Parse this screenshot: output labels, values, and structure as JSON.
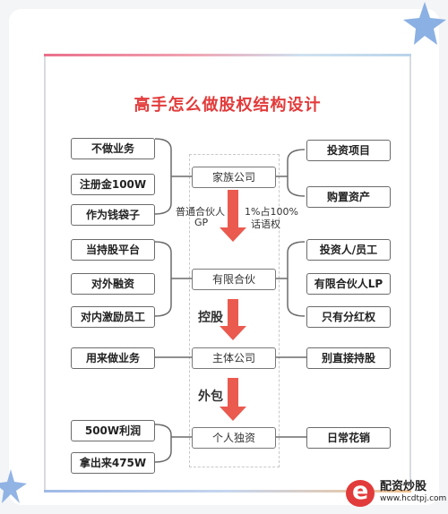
{
  "title": "高手怎么做股权结构设计",
  "left": {
    "group1": [
      "不做业务",
      "注册金100W",
      "作为钱袋子"
    ],
    "group2": [
      "当持股平台",
      "对外融资",
      "对内激励员工"
    ],
    "row3": "用来做业务",
    "group4": [
      "500W利润",
      "拿出来475W"
    ]
  },
  "center": [
    "家族公司",
    "有限合伙",
    "主体公司",
    "个人独资"
  ],
  "right": {
    "group1": [
      "投资项目",
      "购置资产"
    ],
    "group2": [
      "投资人/员工",
      "有限合伙人LP",
      "只有分红权"
    ],
    "row3": "别直接持股",
    "row4": "日常花销"
  },
  "arrow_labels": {
    "gp_line1": "普通合伙人",
    "gp_line2": "GP",
    "pct_line1": "1%占100%",
    "pct_line2": "话语权",
    "control": "控股",
    "outsource": "外包"
  },
  "watermark": {
    "name": "配资炒股",
    "url": "www.hcdtpj.com"
  },
  "colors": {
    "title": "#e23b3b",
    "arrow": "#ea5a4f",
    "box_border": "#6b6b6b"
  }
}
